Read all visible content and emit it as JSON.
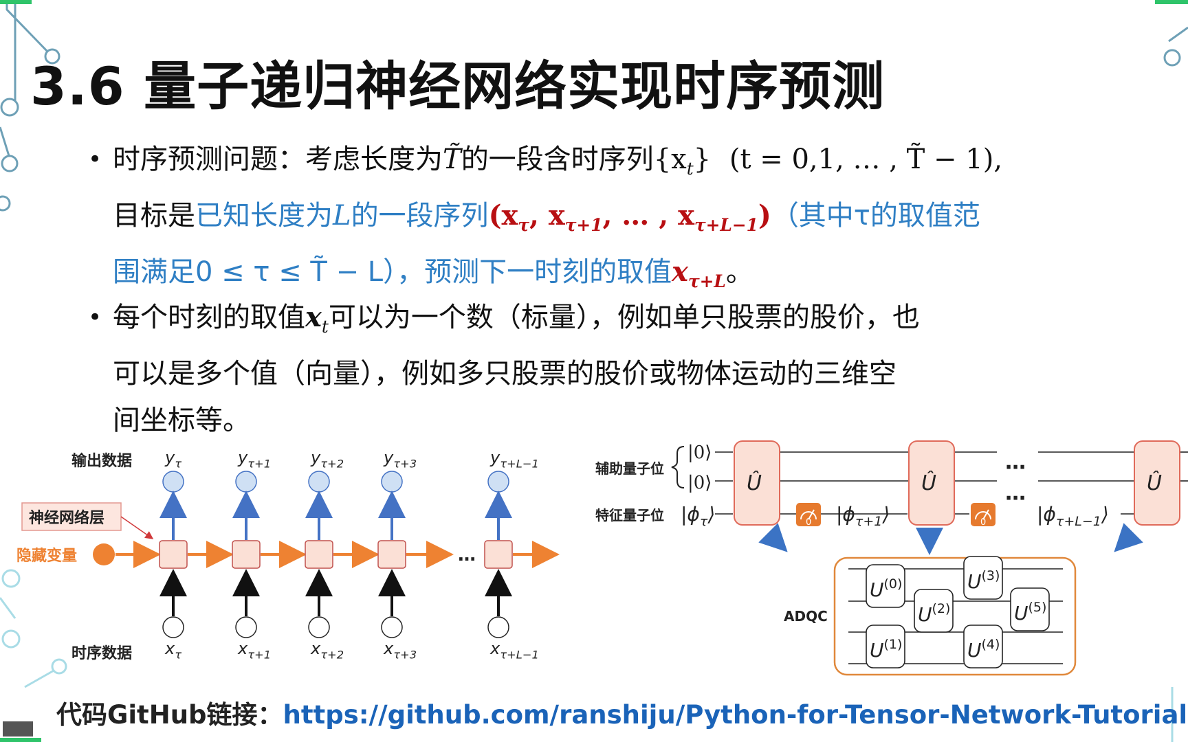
{
  "slide": {
    "title": "3.6 量子递归神经网络实现时序预测",
    "bullet1": {
      "label": "时序预测问题：考虑长度为",
      "T": "T̃",
      "mid": "的一段含时序列",
      "seq": "{x",
      "seq_sub": "t",
      "seq_close": "}",
      "range": "(t = 0,1, … , T̃ − 1),",
      "line2_a": "目标是",
      "line2_blue": "已知长度为",
      "L": "L",
      "line2_blue2": "的一段序列",
      "red_seq": "(x",
      "red_sub1": "τ",
      "red_mid": ", x",
      "red_sub2": "τ+1",
      "red_mid2": ", … , x",
      "red_sub3": "τ+L−1",
      "red_close": ")",
      "line2_blue3": "（其中τ的取值范",
      "line3_blue": "围满足0 ≤ τ ≤ T̃ − L），",
      "line3_blue2": "预测下一时刻的取值",
      "red_x": "x",
      "red_sub4": "τ+L",
      "line3_end": "。"
    },
    "bullet2": {
      "line1_a": "每个时刻的取值",
      "x": "x",
      "sub": "t",
      "line1_b": "可以为一个数（标量），例如单只股票的股价，也",
      "line2": "可以是多个值（向量），例如多只股票的股价或物体运动的三维空",
      "line3": "间坐标等。"
    },
    "bullet_symbol": "•",
    "code_label": "代码GitHub链接：",
    "code_url": "https://github.com/ranshiju/Python-for-Tensor-Network-Tutorial"
  },
  "rnn_diagram": {
    "output_label": "输出数据",
    "layer_label": "神经网络层",
    "hidden_label": "隐藏变量",
    "input_label": "时序数据",
    "ellipsis": "…",
    "outputs": [
      "y_τ",
      "y_τ+1",
      "y_τ+2",
      "y_τ+3",
      "y_τ+L−1"
    ],
    "inputs": [
      "x_τ",
      "x_τ+1",
      "x_τ+2",
      "x_τ+3",
      "x_τ+L−1"
    ],
    "colors": {
      "orange": "#ee8232",
      "blue": "#4472c4",
      "cell_fill": "#fbe0d6",
      "cell_stroke": "#c0504d",
      "circle_blue": "#cfe0f4"
    }
  },
  "qrnn_diagram": {
    "aux_label": "辅助量子位",
    "feat_label": "特征量子位",
    "ket0": "|0⟩",
    "phi": [
      "|ϕ_τ⟩",
      "|ϕ_τ+1⟩",
      "|ϕ_τ+L−1⟩"
    ],
    "u_hat": "Û",
    "measure_value": "0",
    "ellipsis": "⋯",
    "adqc_label": "ADQC",
    "gates": [
      "U(0)",
      "U(1)",
      "U(2)",
      "U(3)",
      "U(4)",
      "U(5)"
    ]
  }
}
